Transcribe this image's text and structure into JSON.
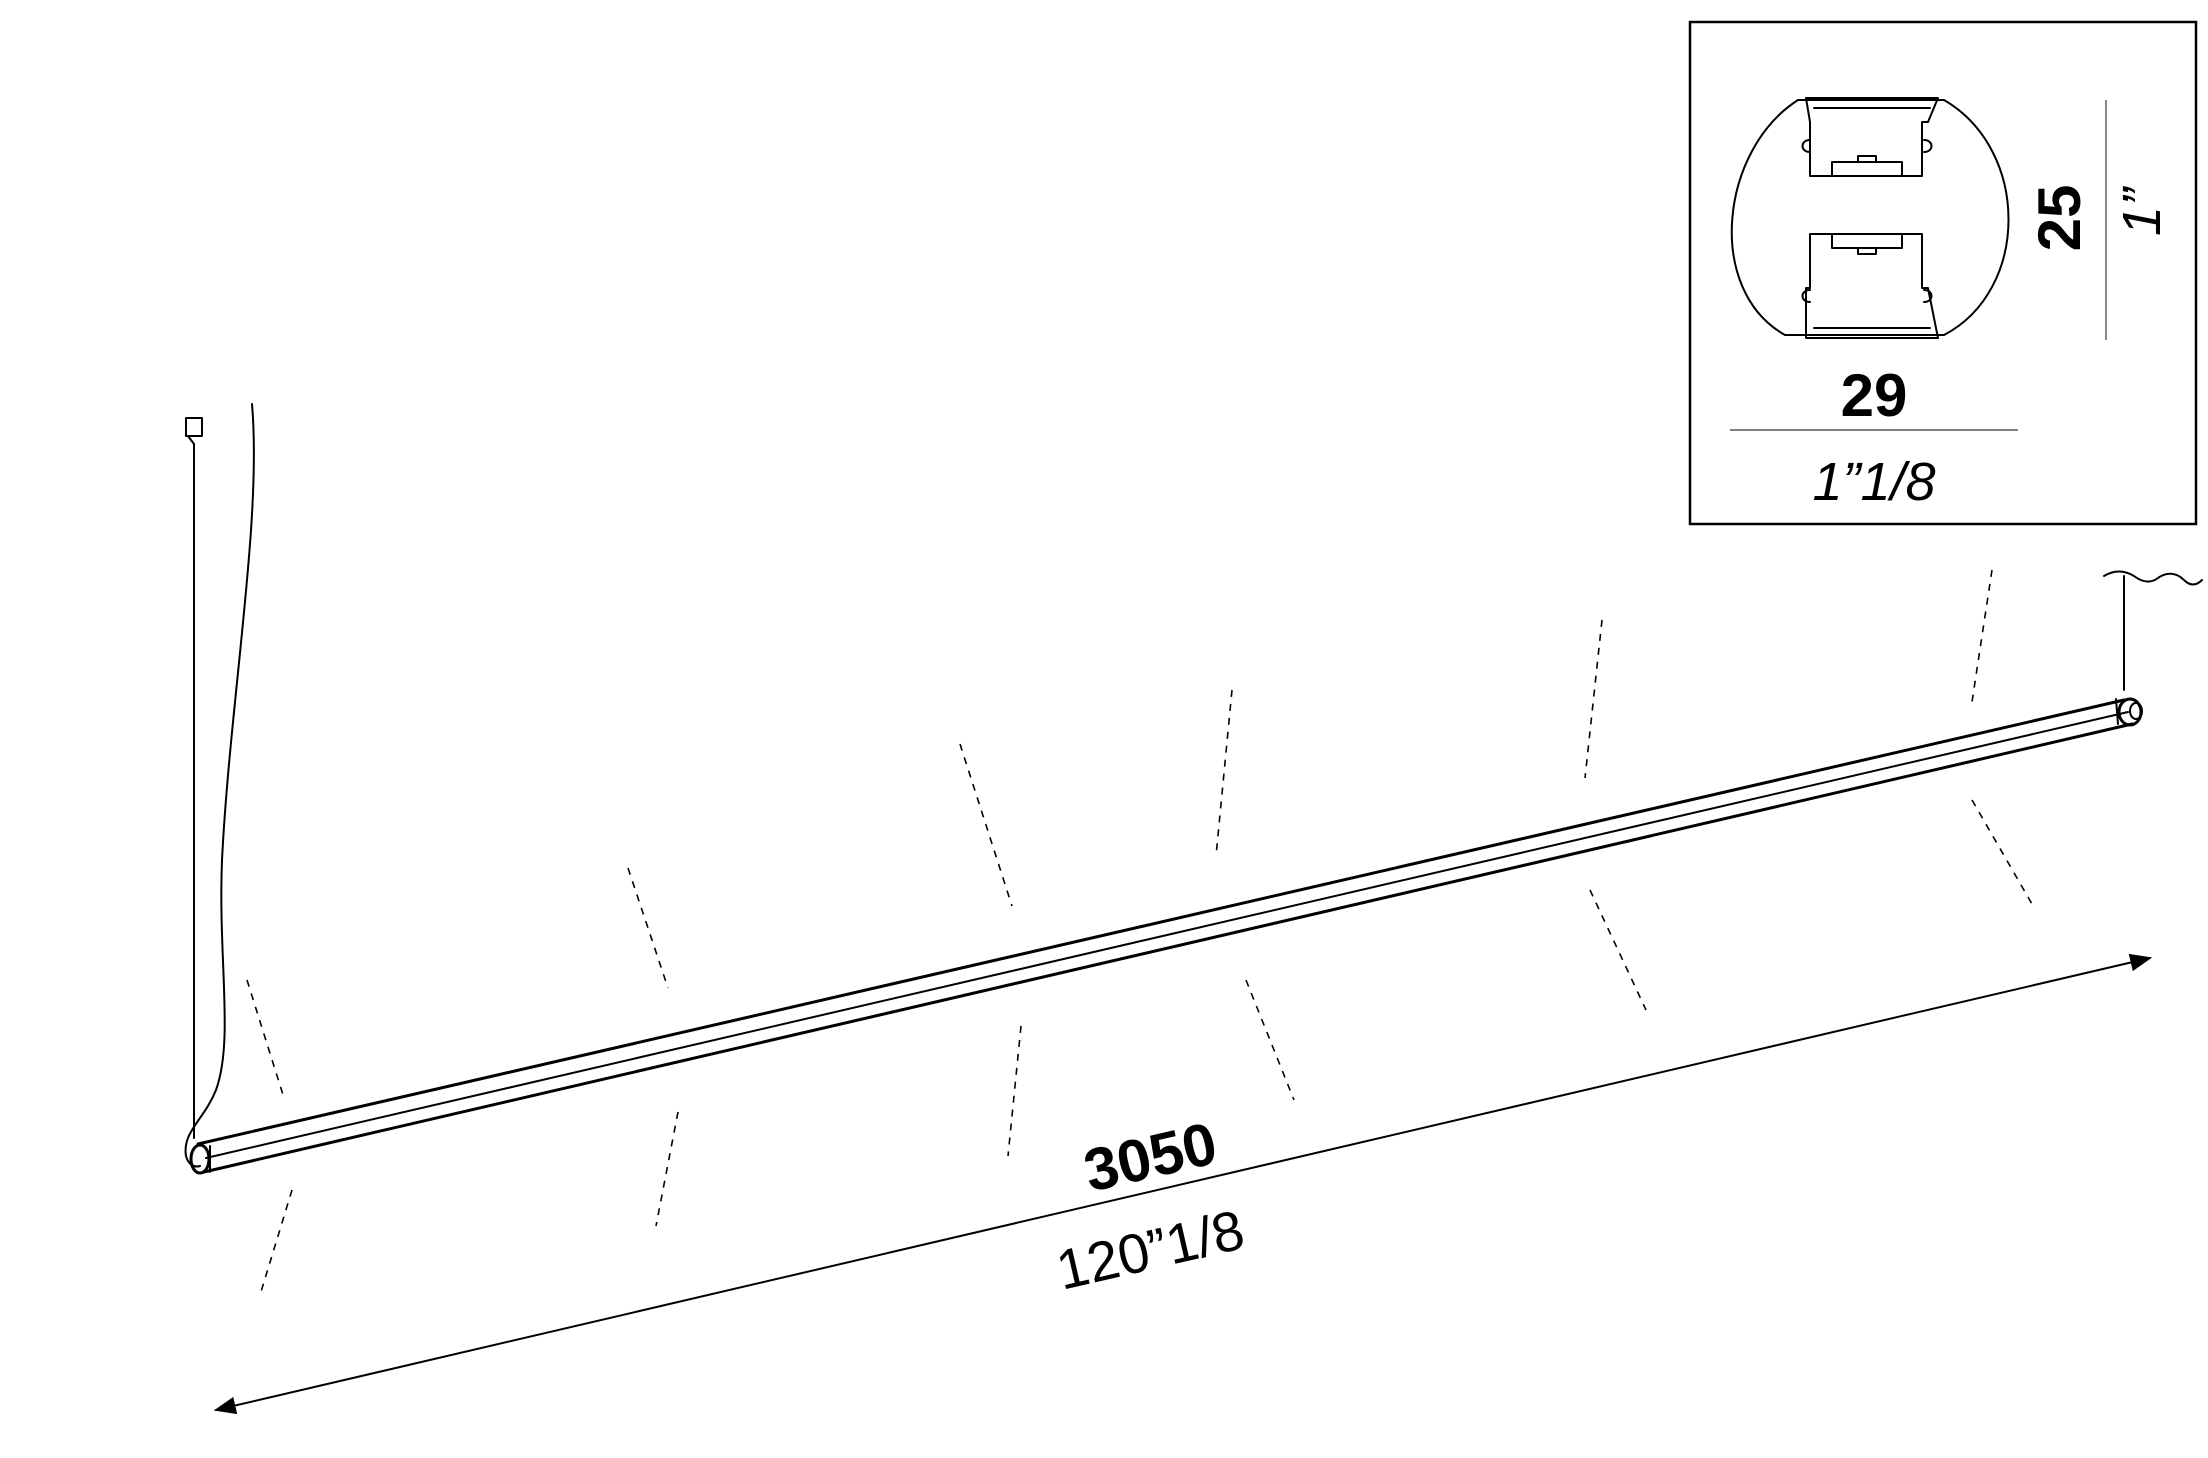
{
  "dimensions": {
    "length_mm": "3050",
    "length_in": "120”1/8",
    "section_width_mm": "29",
    "section_width_in": "1”1/8",
    "section_height_mm": "25",
    "section_height_in": "1”"
  }
}
